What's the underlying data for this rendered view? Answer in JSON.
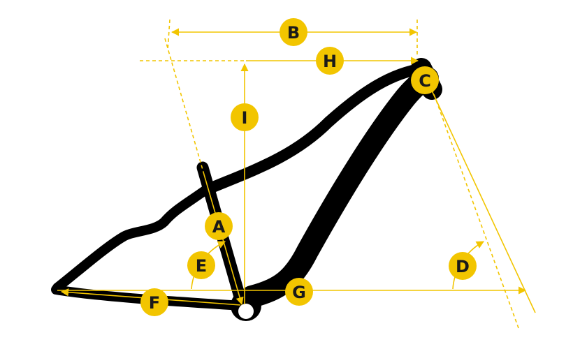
{
  "colors": {
    "accent": "#f2c500",
    "frame": "#000000",
    "badge_text": "#1a1a1a",
    "background": "#ffffff"
  },
  "labels": {
    "A": "A",
    "B": "B",
    "C": "C",
    "D": "D",
    "E": "E",
    "F": "F",
    "G": "G",
    "H": "H",
    "I": "I"
  }
}
